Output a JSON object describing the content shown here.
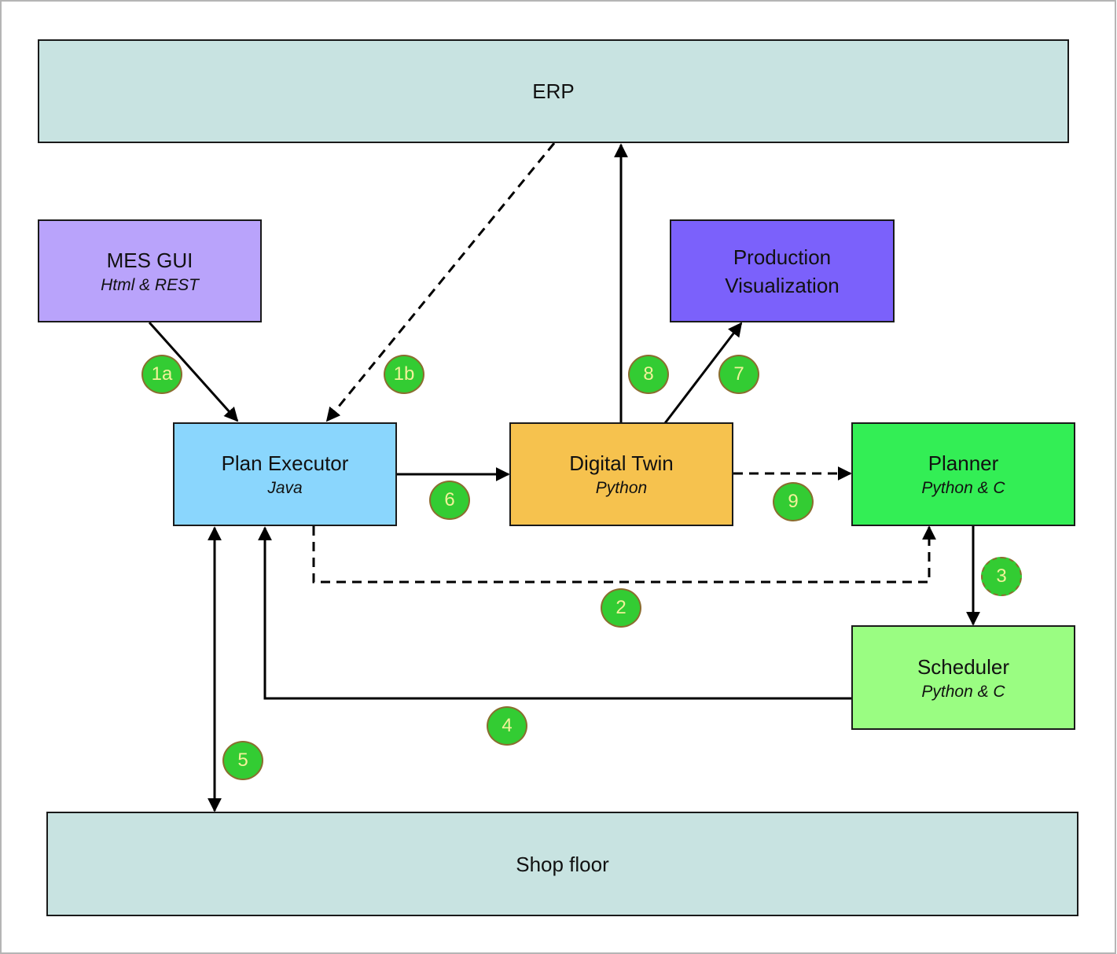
{
  "diagram": {
    "nodes": {
      "erp": {
        "title": "ERP",
        "subtitle": "",
        "color": "#c8e3e1"
      },
      "mes_gui": {
        "title": "MES GUI",
        "subtitle": "Html & REST",
        "color": "#b9a3fb"
      },
      "production_visualization": {
        "title": "Production\nVisualization",
        "subtitle": "",
        "color": "#7b61fb"
      },
      "plan_executor": {
        "title": "Plan Executor",
        "subtitle": "Java",
        "color": "#8ad6fd"
      },
      "digital_twin": {
        "title": "Digital Twin",
        "subtitle": "Python",
        "color": "#f6c24e"
      },
      "planner": {
        "title": "Planner",
        "subtitle": "Python & C",
        "color": "#33ee55"
      },
      "scheduler": {
        "title": "Scheduler",
        "subtitle": "Python & C",
        "color": "#9afd82"
      },
      "shop_floor": {
        "title": "Shop floor",
        "subtitle": "",
        "color": "#c8e3e1"
      }
    },
    "edges": [
      {
        "id": "e1a",
        "label": "1a",
        "from": "mes_gui",
        "to": "plan_executor",
        "style": "solid"
      },
      {
        "id": "e1b",
        "label": "1b",
        "from": "erp",
        "to": "plan_executor",
        "style": "dashed"
      },
      {
        "id": "e2",
        "label": "2",
        "from": "plan_executor",
        "to": "planner",
        "style": "dashed"
      },
      {
        "id": "e3",
        "label": "3",
        "from": "planner",
        "to": "scheduler",
        "style": "solid"
      },
      {
        "id": "e4",
        "label": "4",
        "from": "scheduler",
        "to": "plan_executor",
        "style": "solid"
      },
      {
        "id": "e5",
        "label": "5",
        "from": "plan_executor",
        "to": "shop_floor",
        "style": "solid",
        "bidirectional": true
      },
      {
        "id": "e6",
        "label": "6",
        "from": "plan_executor",
        "to": "digital_twin",
        "style": "solid"
      },
      {
        "id": "e7",
        "label": "7",
        "from": "digital_twin",
        "to": "production_visualization",
        "style": "solid"
      },
      {
        "id": "e8",
        "label": "8",
        "from": "digital_twin",
        "to": "erp",
        "style": "solid"
      },
      {
        "id": "e9",
        "label": "9",
        "from": "digital_twin",
        "to": "planner",
        "style": "dashed"
      }
    ],
    "colors": {
      "badge_fill": "#33cc33",
      "badge_text": "#f2f29a",
      "badge_border": "#8a6d2f",
      "line": "#000000"
    }
  }
}
